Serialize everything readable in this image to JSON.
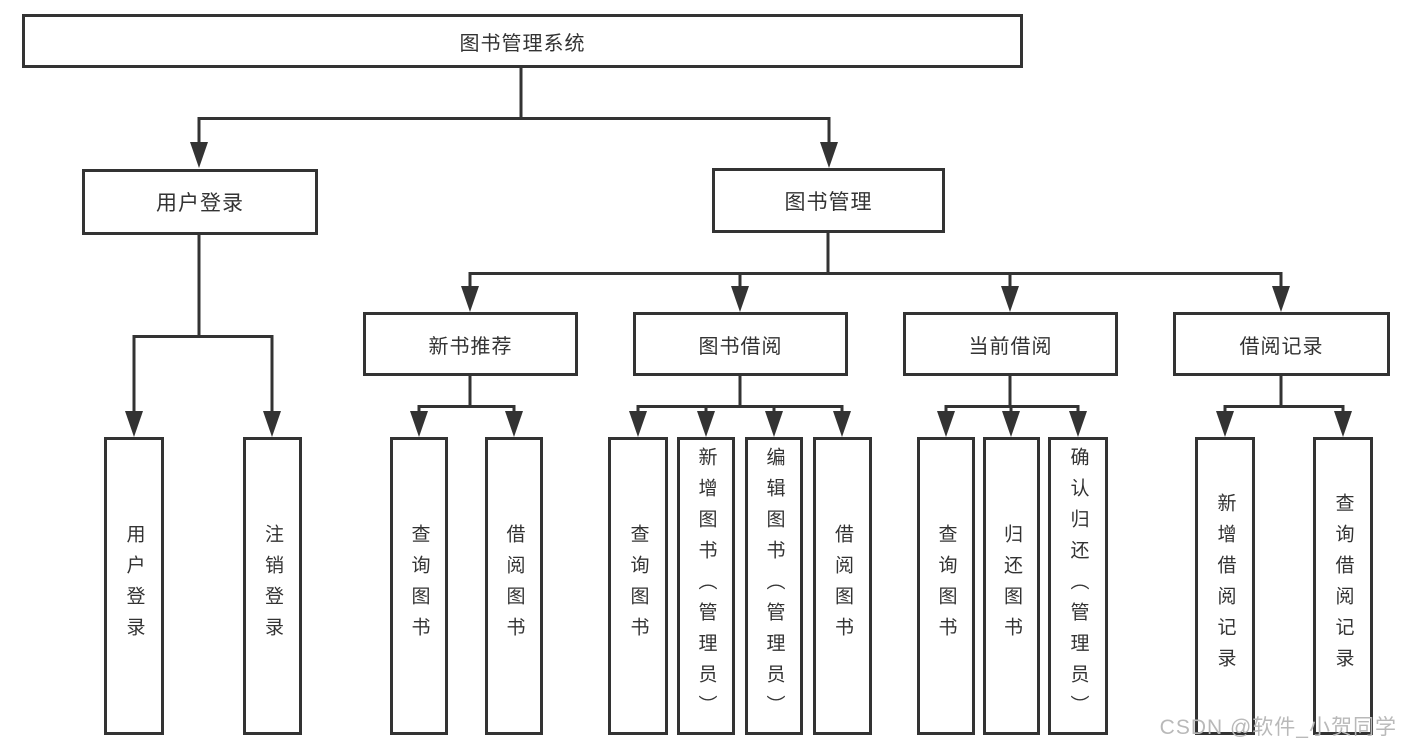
{
  "diagram": {
    "root": {
      "label": "图书管理系统"
    },
    "level2": [
      {
        "label": "用户登录"
      },
      {
        "label": "图书管理"
      }
    ],
    "level3": [
      {
        "label": "新书推荐"
      },
      {
        "label": "图书借阅"
      },
      {
        "label": "当前借阅"
      },
      {
        "label": "借阅记录"
      }
    ],
    "leaves": [
      {
        "label": "用户登录"
      },
      {
        "label": "注销登录"
      },
      {
        "label": "查询图书"
      },
      {
        "label": "借阅图书"
      },
      {
        "label": "查询图书"
      },
      {
        "label": "新增图书（管理员）"
      },
      {
        "label": "编辑图书（管理员）"
      },
      {
        "label": "借阅图书"
      },
      {
        "label": "查询图书"
      },
      {
        "label": "归还图书"
      },
      {
        "label": "确认归还（管理员）"
      },
      {
        "label": "新增借阅记录"
      },
      {
        "label": "查询借阅记录"
      }
    ]
  },
  "watermark": "CSDN @软件_小贺同学",
  "colors": {
    "line": "#333333",
    "box_border": "#333333",
    "text": "#333333",
    "watermark": "#b9b9b9",
    "background": "#ffffff"
  }
}
